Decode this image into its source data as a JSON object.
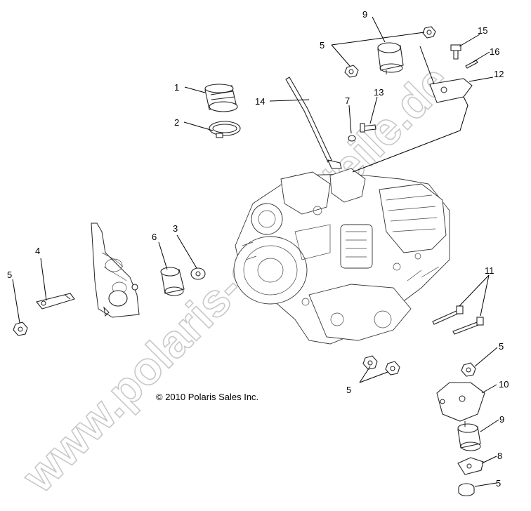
{
  "copyright": "© 2010 Polaris Sales Inc.",
  "watermark": "www.polaris-ersatzteile.de",
  "callouts": [
    {
      "id": "c1",
      "label": "1"
    },
    {
      "id": "c2",
      "label": "2"
    },
    {
      "id": "c3",
      "label": "3"
    },
    {
      "id": "c4",
      "label": "4"
    },
    {
      "id": "c5a",
      "label": "5"
    },
    {
      "id": "c5b",
      "label": "5"
    },
    {
      "id": "c5c",
      "label": "5"
    },
    {
      "id": "c5d",
      "label": "5"
    },
    {
      "id": "c5e",
      "label": "5"
    },
    {
      "id": "c6",
      "label": "6"
    },
    {
      "id": "c7",
      "label": "7"
    },
    {
      "id": "c8",
      "label": "8"
    },
    {
      "id": "c9a",
      "label": "9"
    },
    {
      "id": "c9b",
      "label": "9"
    },
    {
      "id": "c10",
      "label": "10"
    },
    {
      "id": "c11",
      "label": "11"
    },
    {
      "id": "c12",
      "label": "12"
    },
    {
      "id": "c13",
      "label": "13"
    },
    {
      "id": "c14",
      "label": "14"
    },
    {
      "id": "c15",
      "label": "15"
    },
    {
      "id": "c16",
      "label": "16"
    }
  ]
}
